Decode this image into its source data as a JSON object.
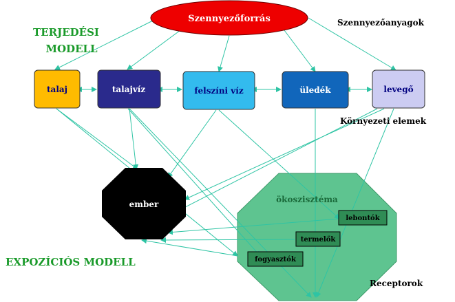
{
  "source": {
    "label": "Szennyezőforrás"
  },
  "category_labels": {
    "pollutants": "Szennyezőanyagok",
    "env_elements": "Környezeti elemek",
    "receptors": "Receptorok"
  },
  "model_labels": {
    "spread_line1": "TERJEDÉSI",
    "spread_line2": "MODELL",
    "exposure": "EXPOZÍCIÓS MODELL"
  },
  "env_elements": [
    {
      "label": "talaj"
    },
    {
      "label": "talajvíz"
    },
    {
      "label": "felszíni víz"
    },
    {
      "label": "üledék"
    },
    {
      "label": "levegő"
    }
  ],
  "receptors": {
    "human": "ember",
    "ecosystem": "ökoszisztéma",
    "decomposers": "lebontók",
    "producers": "termelők",
    "consumers": "fogyasztók"
  },
  "colors": {
    "source": "#ee0000",
    "talaj": "#ffbb00",
    "talajviz": "#2a2a8c",
    "felszini_viz": "#33bbee",
    "uledek": "#1166bb",
    "levego": "#ccccf2",
    "ecosystem": "#5ec490",
    "trophic_box": "#2f8c55",
    "human": "#000000",
    "arrow": "#2ec4a4",
    "label_green": "#1a9a2a"
  }
}
